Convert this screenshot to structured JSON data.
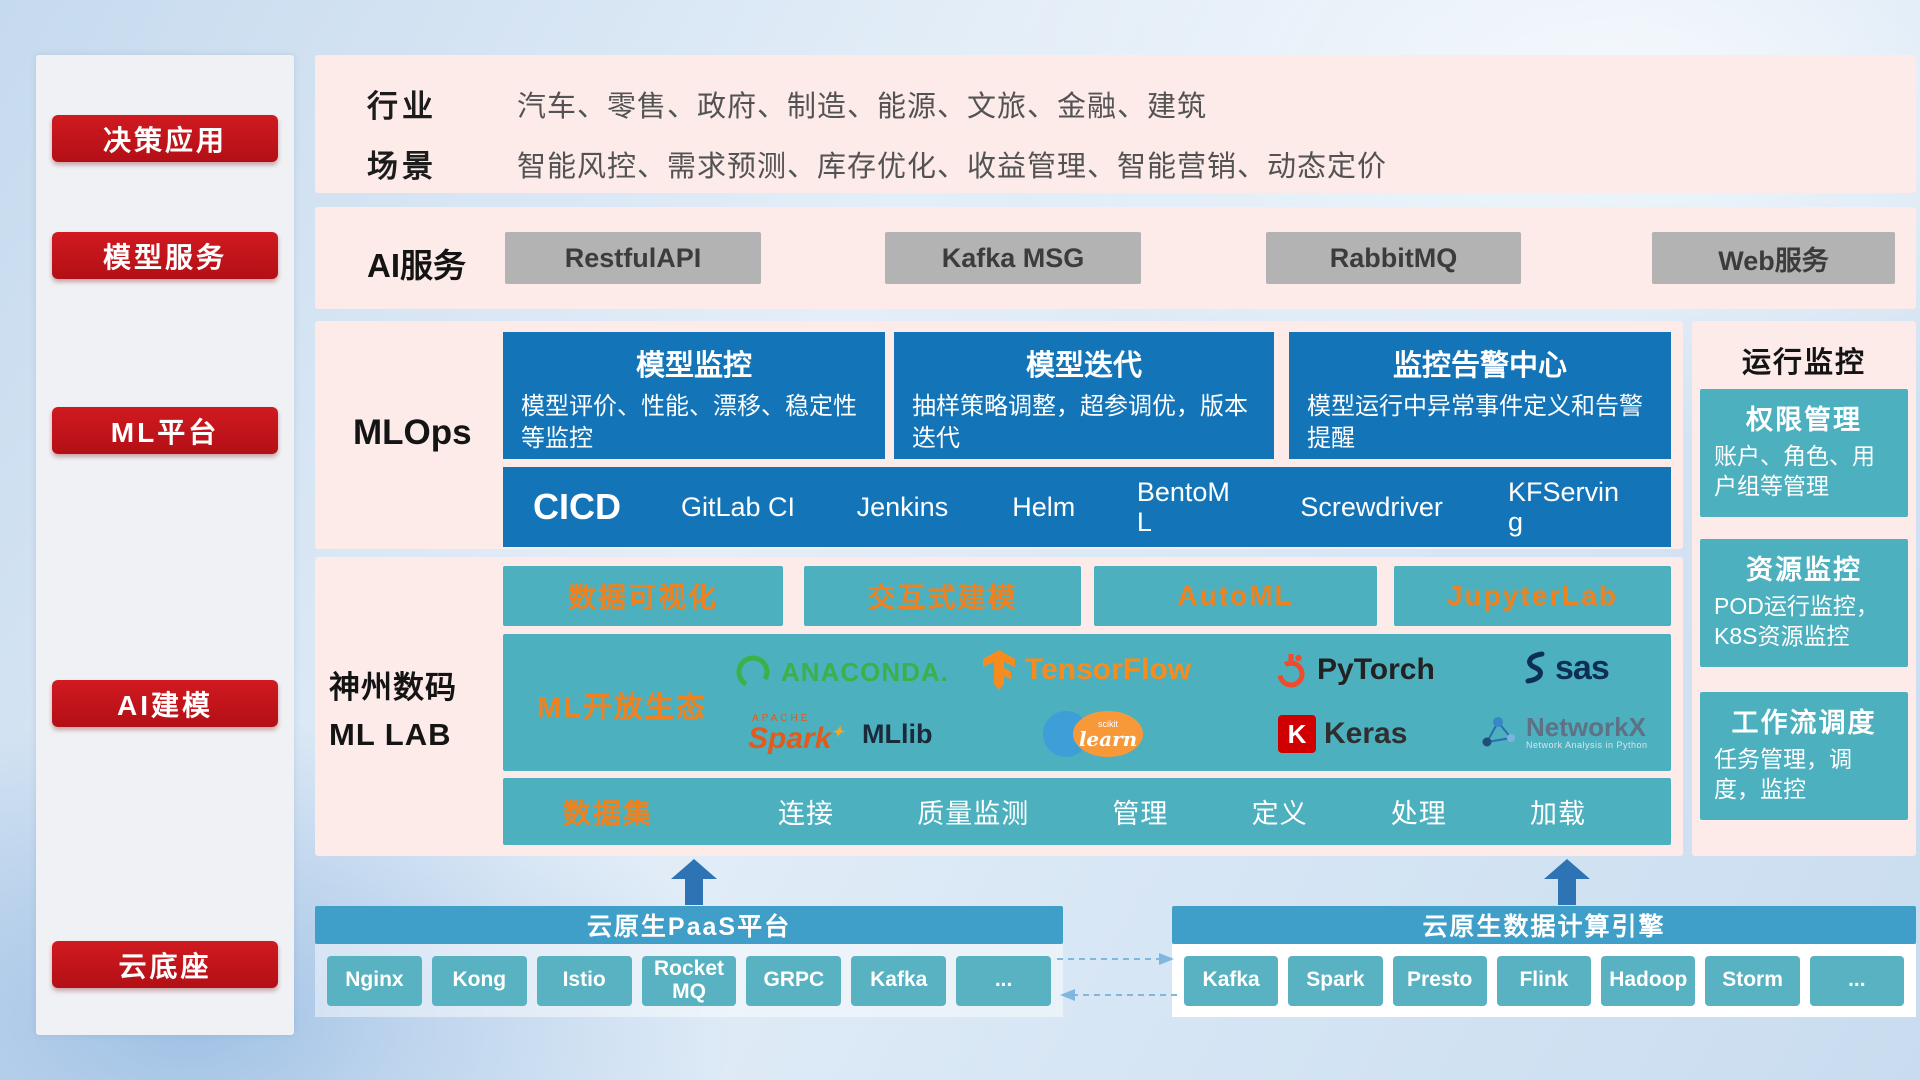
{
  "sidebar": {
    "items": [
      {
        "label": "决策应用"
      },
      {
        "label": "模型服务"
      },
      {
        "label": "ML平台"
      },
      {
        "label": "AI建模"
      },
      {
        "label": "云底座"
      }
    ]
  },
  "applications": {
    "industry_label": "行业",
    "industry_text": "汽车、零售、政府、制造、能源、文旅、金融、建筑",
    "scenario_label": "场景",
    "scenario_text": "智能风控、需求预测、库存优化、收益管理、智能营销、动态定价"
  },
  "model_service": {
    "label": "AI服务",
    "services": [
      "RestfulAPI",
      "Kafka MSG",
      "RabbitMQ",
      "Web服务"
    ]
  },
  "mlops": {
    "label": "MLOps",
    "cards": [
      {
        "title": "模型监控",
        "desc": "模型评价、性能、漂移、稳定性等监控"
      },
      {
        "title": "模型迭代",
        "desc": "抽样策略调整，超参调优，版本迭代"
      },
      {
        "title": "监控告警中心",
        "desc": "模型运行中异常事件定义和告警提醒"
      }
    ],
    "cicd_label": "CICD",
    "cicd_tools": [
      "GitLab CI",
      "Jenkins",
      "Helm",
      "BentoML",
      "Screwdriver",
      "KFServing"
    ]
  },
  "monitoring": {
    "title": "运行监控",
    "cards": [
      {
        "title": "权限管理",
        "desc": "账户、角色、用户组等管理"
      },
      {
        "title": "资源监控",
        "desc": "POD运行监控，K8S资源监控"
      },
      {
        "title": "工作流调度",
        "desc": "任务管理，调度，监控"
      }
    ]
  },
  "ml_lab": {
    "label_line1": "神州数码",
    "label_line2": "ML LAB",
    "tabs": [
      "数据可视化",
      "交互式建模",
      "AutoML",
      "JupyterLab"
    ],
    "ecosystem_label": "ML开放生态",
    "logos": {
      "anaconda": "ANACONDA.",
      "tensorflow": "TensorFlow",
      "pytorch": "PyTorch",
      "sas": "sas",
      "spark_small": "APACHE",
      "spark": "Spark",
      "spark_star": "✦",
      "mllib": "MLlib",
      "scikit_small": "scikit",
      "scikit": "learn",
      "keras_k": "K",
      "keras": "Keras",
      "networkx": "NetworkX",
      "networkx_sub": "Network Analysis in Python"
    },
    "dataset_label": "数据集",
    "dataset_items": [
      "连接",
      "质量监测",
      "管理",
      "定义",
      "处理",
      "加载"
    ]
  },
  "cloud": {
    "paas_title": "云原生PaaS平台",
    "paas_items": [
      "Nginx",
      "Kong",
      "Istio",
      "RocketMQ",
      "GRPC",
      "Kafka",
      "..."
    ],
    "engine_title": "云原生数据计算引擎",
    "engine_items": [
      "Kafka",
      "Spark",
      "Presto",
      "Flink",
      "Hadoop",
      "Storm",
      "..."
    ]
  },
  "colors": {
    "red": "#c3111a",
    "pink_panel": "#fcebe9",
    "blue": "#1374b8",
    "teal": "#4db0bf",
    "teal_bar": "#3f9fc9",
    "gray_button": "#b3b3b3",
    "orange": "#ee8220",
    "arrow_blue": "#2e74b5"
  }
}
